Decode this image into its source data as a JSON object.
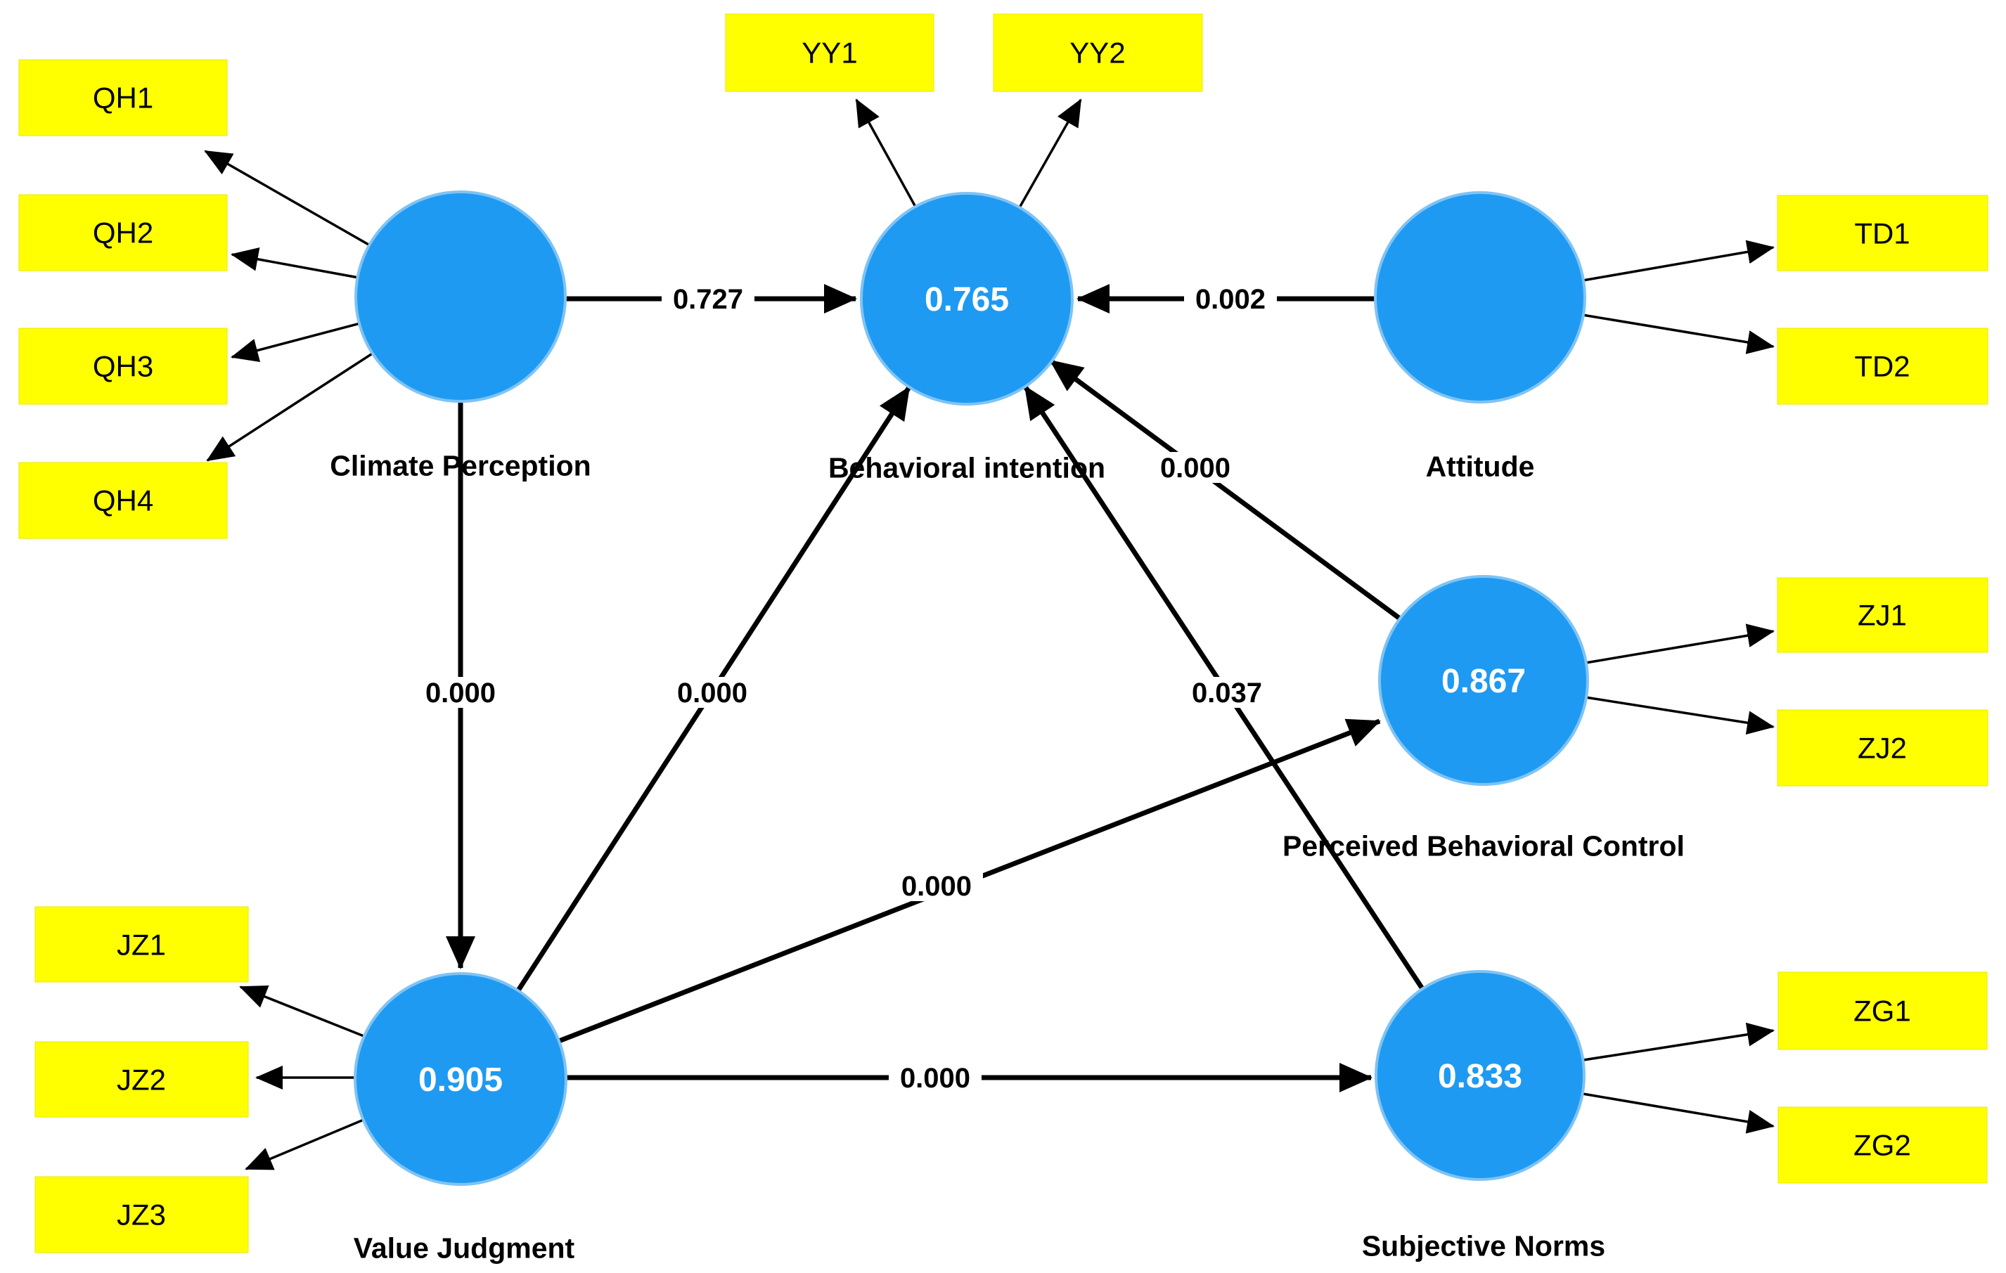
{
  "figure": {
    "type": "structural-equation-model-path-diagram",
    "colors": {
      "construct_fill": "#1e9af2",
      "construct_rim": "#7fc3f4",
      "indicator_fill": "#ffff00",
      "arrow": "#000000",
      "value_text": "#ffffff",
      "label_text": "#000000",
      "background": "#ffffff"
    },
    "constructs": {
      "climate_perception": {
        "name": "Climate Perception",
        "value": ""
      },
      "behavioral_intention": {
        "name": "Behavioral intention",
        "value": "0.765"
      },
      "attitude": {
        "name": "Attitude",
        "value": ""
      },
      "perceived_behavioral_control": {
        "name": "Perceived Behavioral Control",
        "value": "0.867"
      },
      "value_judgment": {
        "name": "Value Judgment",
        "value": "0.905"
      },
      "subjective_norms": {
        "name": "Subjective Norms",
        "value": "0.833"
      }
    },
    "indicators": {
      "qh1": {
        "label": "QH1"
      },
      "qh2": {
        "label": "QH2"
      },
      "qh3": {
        "label": "QH3"
      },
      "qh4": {
        "label": "QH4"
      },
      "yy1": {
        "label": "YY1"
      },
      "yy2": {
        "label": "YY2"
      },
      "td1": {
        "label": "TD1"
      },
      "td2": {
        "label": "TD2"
      },
      "zj1": {
        "label": "ZJ1"
      },
      "zj2": {
        "label": "ZJ2"
      },
      "zg1": {
        "label": "ZG1"
      },
      "zg2": {
        "label": "ZG2"
      },
      "jz1": {
        "label": "JZ1"
      },
      "jz2": {
        "label": "JZ2"
      },
      "jz3": {
        "label": "JZ3"
      }
    },
    "paths": {
      "cp_bi": {
        "from": "Climate Perception",
        "to": "Behavioral intention",
        "label": "0.727"
      },
      "at_bi": {
        "from": "Attitude",
        "to": "Behavioral intention",
        "label": "0.002"
      },
      "cp_vj": {
        "from": "Climate Perception",
        "to": "Value Judgment",
        "label": "0.000"
      },
      "vj_bi": {
        "from": "Value Judgment",
        "to": "Behavioral intention",
        "label": "0.000"
      },
      "pbc_bi": {
        "from": "Perceived Behavioral Control",
        "to": "Behavioral intention",
        "label": "0.000"
      },
      "sn_bi": {
        "from": "Subjective Norms",
        "to": "Behavioral intention",
        "label": "0.037"
      },
      "vj_pbc": {
        "from": "Value Judgment",
        "to": "Perceived Behavioral Control",
        "label": "0.000"
      },
      "vj_sn": {
        "from": "Value Judgment",
        "to": "Subjective Norms",
        "label": "0.000"
      }
    }
  }
}
